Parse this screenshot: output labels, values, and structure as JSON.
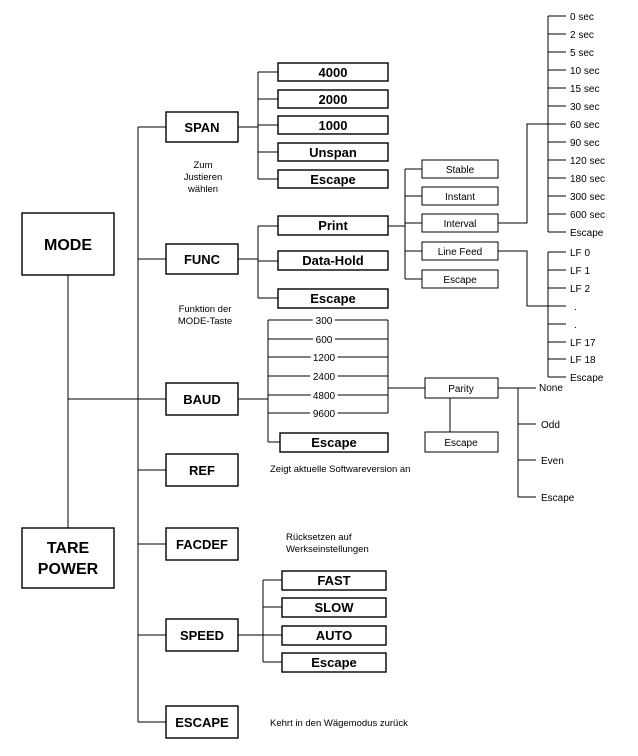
{
  "nodes": {
    "mode": "MODE",
    "tare_line1": "TARE",
    "tare_line2": "POWER",
    "span": "SPAN",
    "func": "FUNC",
    "baud": "BAUD",
    "ref": "REF",
    "facdef": "FACDEF",
    "speed": "SPEED",
    "escape": "ESCAPE"
  },
  "span_options": [
    "4000",
    "2000",
    "1000",
    "Unspan",
    "Escape"
  ],
  "func_options": [
    "Print",
    "Data-Hold",
    "Escape"
  ],
  "print_options": [
    "Stable",
    "Instant",
    "Interval",
    "Line Feed",
    "Escape"
  ],
  "interval_options": [
    "0  sec",
    "2  sec",
    "5  sec",
    "10  sec",
    "15  sec",
    "30  sec",
    "60  sec",
    "90  sec",
    "120  sec",
    "180  sec",
    "300  sec",
    "600  sec",
    "Escape"
  ],
  "linefeed_options": [
    "LF  0",
    "LF  1",
    "LF  2",
    ".",
    ".",
    "LF  17",
    "LF  18",
    "Escape"
  ],
  "baud_options": [
    "300",
    "600",
    "1200",
    "2400",
    "4800",
    "9600"
  ],
  "baud_escape": "Escape",
  "parity": "Parity",
  "parity_escape": "Escape",
  "parity_options": [
    "None",
    "Odd",
    "Even",
    "Escape"
  ],
  "speed_options": [
    "FAST",
    "SLOW",
    "AUTO",
    "Escape"
  ],
  "notes": {
    "span_line1": "Zum",
    "span_line2": "Justieren",
    "span_line3": "wählen",
    "func_line1": "Funktion der",
    "func_line2": "MODE-Taste",
    "ref": "Zeigt aktuelle Softwareversion an",
    "facdef_line1": "Rücksetzen auf",
    "facdef_line2": "Werkseinstellungen",
    "escape": "Kehrt in den Wägemodus zurück"
  }
}
